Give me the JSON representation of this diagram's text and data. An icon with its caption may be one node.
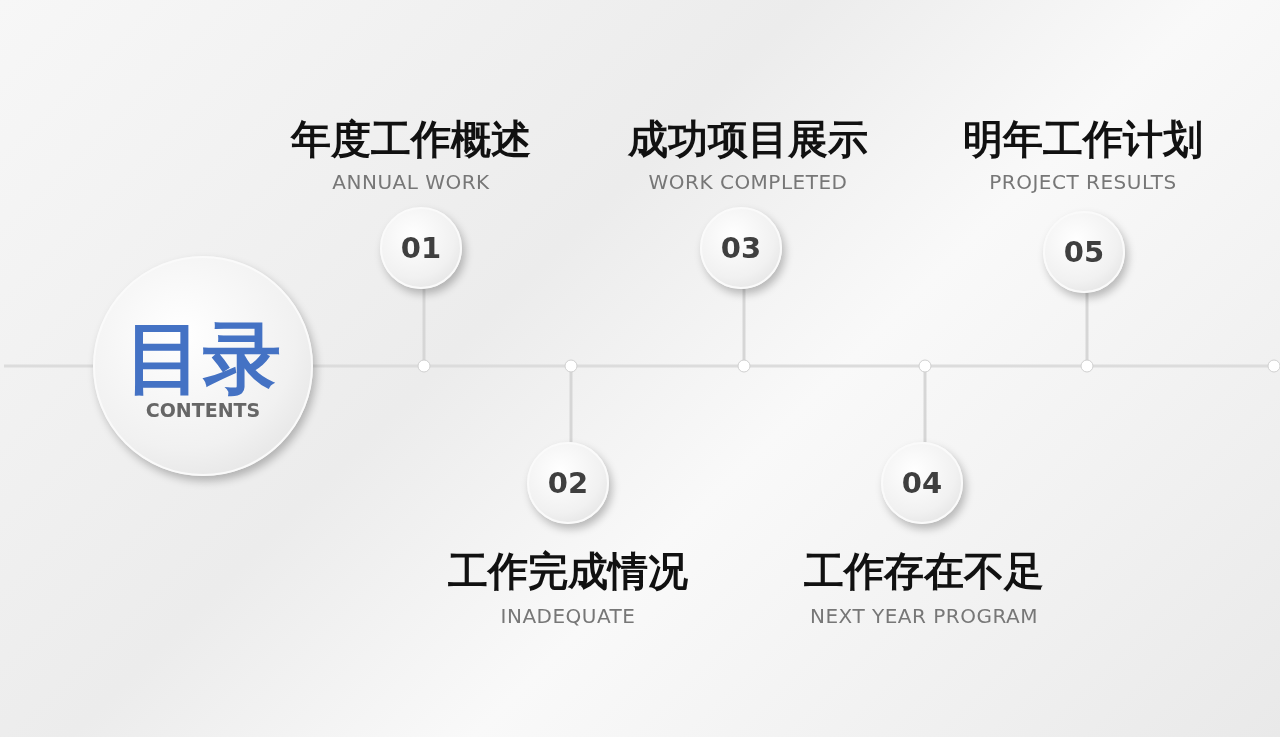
{
  "diagram": {
    "nodes": [
      {
        "text": [
          "目录",
          "CONTENTS"
        ]
      },
      {
        "text": [
          "01"
        ],
        "beside": [
          "年度工作概述",
          "ANNUAL WORK"
        ]
      },
      {
        "text": [
          "02"
        ],
        "beside": [
          "工作完成情况",
          "INADEQUATE"
        ]
      },
      {
        "text": [
          "03"
        ],
        "beside": [
          "成功项目展示",
          "WORK COMPLETED"
        ]
      },
      {
        "text": [
          "04"
        ],
        "beside": [
          "工作存在不足",
          "NEXT YEAR PROGRAM"
        ]
      },
      {
        "text": [
          "05"
        ],
        "beside": [
          "明年工作计划",
          "PROJECT RESULTS"
        ]
      }
    ]
  }
}
